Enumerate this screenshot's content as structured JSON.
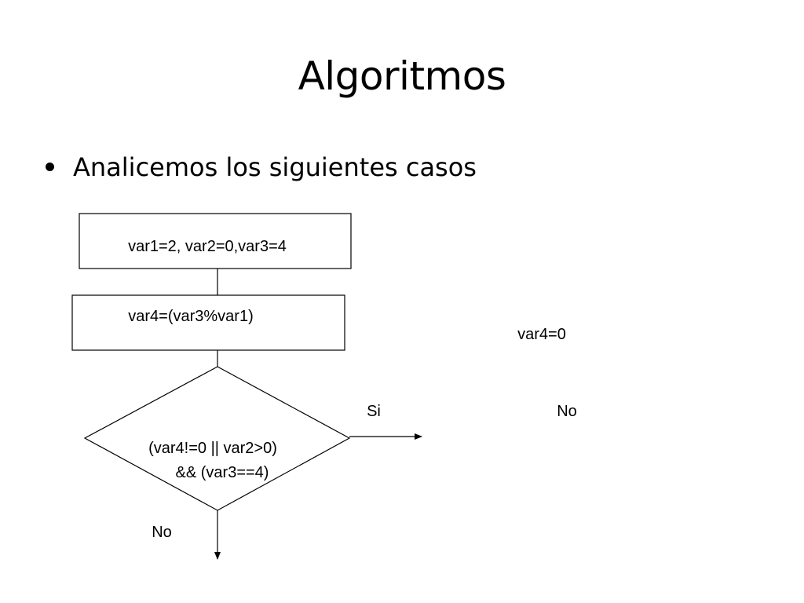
{
  "slide": {
    "title": "Algoritmos",
    "bullet": "Analicemos los siguientes casos"
  },
  "flowchart": {
    "box1": "var1=2, var2=0,var3=4",
    "box2": "var4=(var3%var1)",
    "decision_line1": "(var4!=0 || var2>0)",
    "decision_line2": "&& (var3==4)",
    "label_yes": "Si",
    "label_no_bottom": "No",
    "label_no_right": "No",
    "result": "var4=0"
  },
  "colors": {
    "text": "#000000",
    "stroke": "#000000",
    "background": "#ffffff"
  }
}
